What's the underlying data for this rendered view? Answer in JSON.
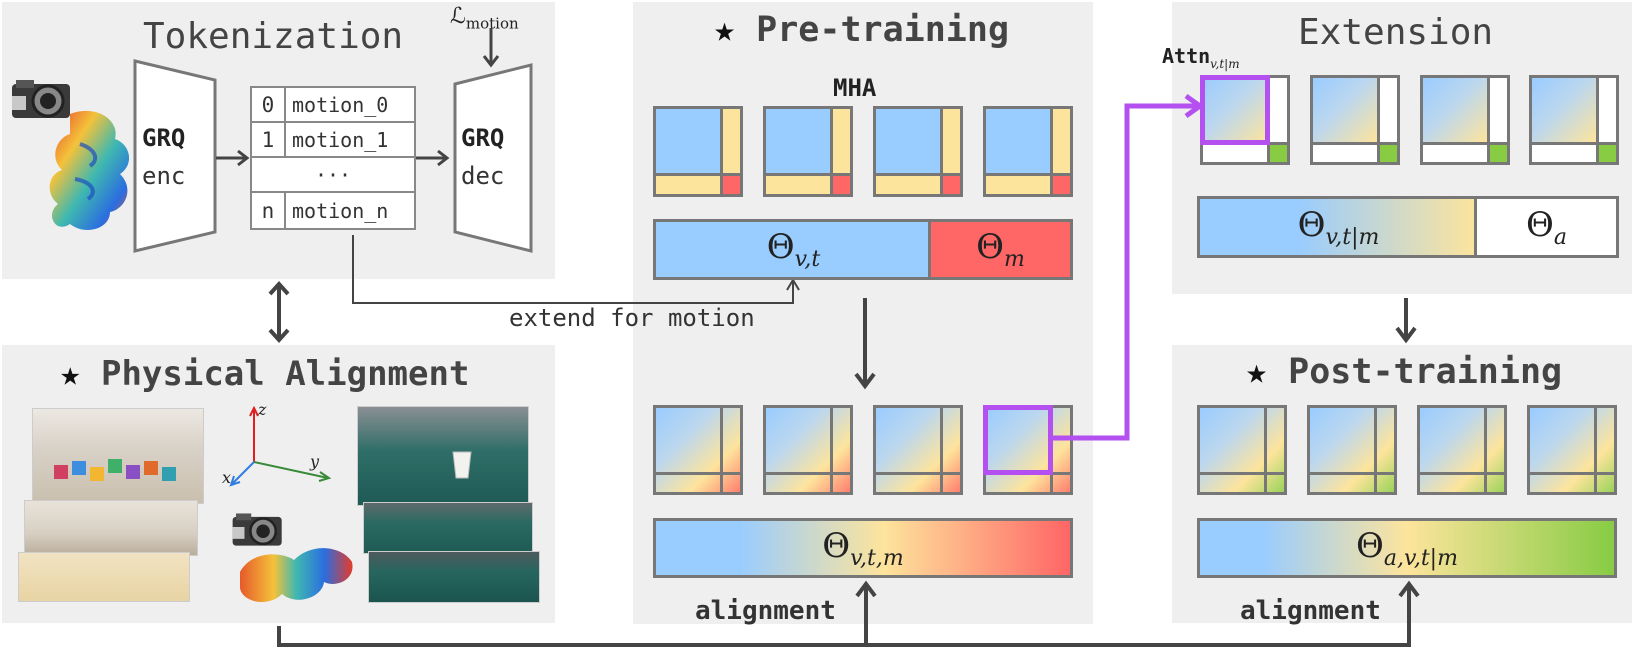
{
  "tokenization": {
    "title": "Tokenization",
    "loss_label": "ℒ",
    "loss_sub": "motion",
    "encoder": {
      "name": "GRQ",
      "sub": "enc"
    },
    "decoder": {
      "name": "GRQ",
      "sub": "dec"
    },
    "tokens": [
      {
        "index": "0",
        "value": "motion_0"
      },
      {
        "index": "1",
        "value": "motion_1"
      },
      {
        "index": "",
        "value": "···"
      },
      {
        "index": "n",
        "value": "motion_n"
      }
    ]
  },
  "extend_label": "extend for motion",
  "pretraining": {
    "title": "Pre-training",
    "star": "★",
    "mha_label": "MHA",
    "theta_vt": {
      "symbol": "Θ",
      "sub": "v,t"
    },
    "theta_m": {
      "symbol": "Θ",
      "sub": "m"
    },
    "theta_vtm": {
      "symbol": "Θ",
      "sub": "v,t,m"
    },
    "alignment_label": "alignment"
  },
  "extension": {
    "title": "Extension",
    "attn_label": "Attn",
    "attn_sub": "v,t|m",
    "theta_vt_given_m": {
      "symbol": "Θ",
      "sub": "v,t|m"
    },
    "theta_a": {
      "symbol": "Θ",
      "sub": "a"
    }
  },
  "posttraining": {
    "title": "Post-training",
    "star": "★",
    "theta_avtm": {
      "symbol": "Θ",
      "sub": "a,v,t|m"
    },
    "alignment_label": "alignment"
  },
  "physical": {
    "title": "Physical Alignment",
    "star": "★",
    "axes": {
      "x": "x",
      "y": "y",
      "z": "z"
    }
  },
  "colors": {
    "blue": "#99ccff",
    "yellow": "#fde49c",
    "red": "#ff6666",
    "green": "#88cc44",
    "purple": "#b44ff0",
    "panel": "#efefef",
    "border": "#777777"
  }
}
